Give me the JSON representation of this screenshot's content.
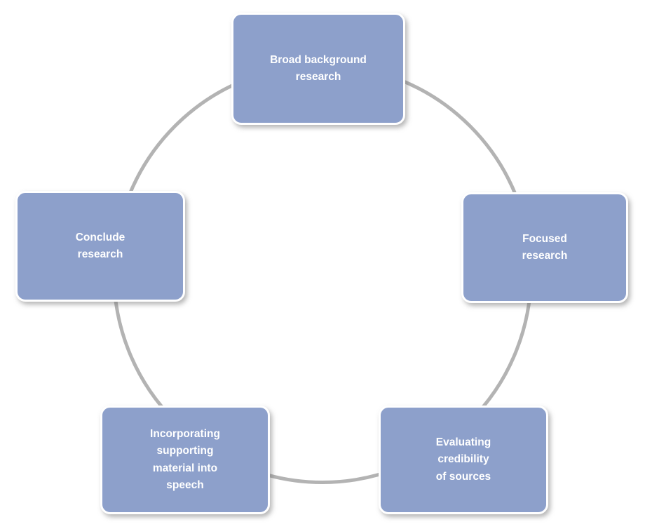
{
  "diagram": {
    "type": "cycle",
    "nodes": [
      {
        "id": "broad-background-research",
        "label": "Broad background\nresearch"
      },
      {
        "id": "focused-research",
        "label": "Focused\nresearch"
      },
      {
        "id": "evaluating-credibility-of-sources",
        "label": "Evaluating\ncredibility\nof sources"
      },
      {
        "id": "incorporating-supporting-material-into-speech",
        "label": "Incorporating\nsupporting\nmaterial into\nspeech"
      },
      {
        "id": "conclude-research",
        "label": "Conclude\nresearch"
      }
    ],
    "colors": {
      "node_fill": "#8da0cb",
      "node_text": "#ffffff",
      "circle_stroke": "#b3b3b3",
      "background": "#ffffff"
    }
  }
}
